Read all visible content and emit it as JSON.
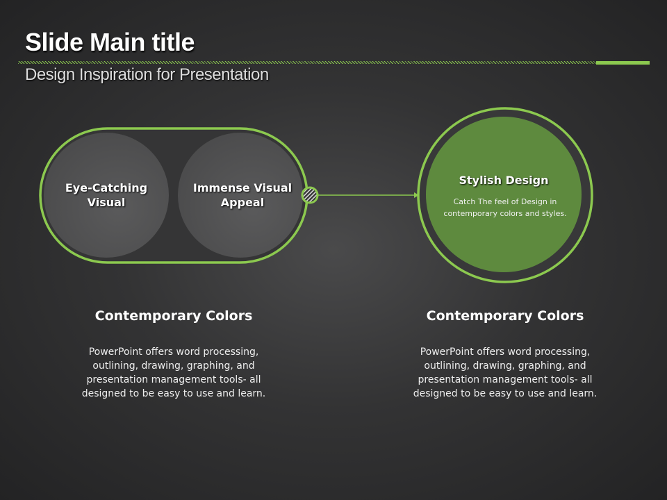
{
  "slide": {
    "title": "Slide Main title",
    "subtitle": "Design Inspiration for Presentation"
  },
  "pill": {
    "left_circle": "Eye-Catching Visual",
    "right_circle": "Immense Visual Appeal"
  },
  "target": {
    "title": "Stylish Design",
    "text": "Catch The feel of Design in contemporary colors and styles."
  },
  "blocks": [
    {
      "heading": "Contemporary Colors",
      "text": "PowerPoint offers word processing, outlining, drawing, graphing, and presentation management tools- all designed to be easy to use and learn."
    },
    {
      "heading": "Contemporary Colors",
      "text": "PowerPoint offers word processing, outlining, drawing, graphing, and presentation management tools- all designed to be easy to use and learn."
    }
  ],
  "colors": {
    "accent": "#8cc94f",
    "target_fill": "#5e8a3e"
  }
}
